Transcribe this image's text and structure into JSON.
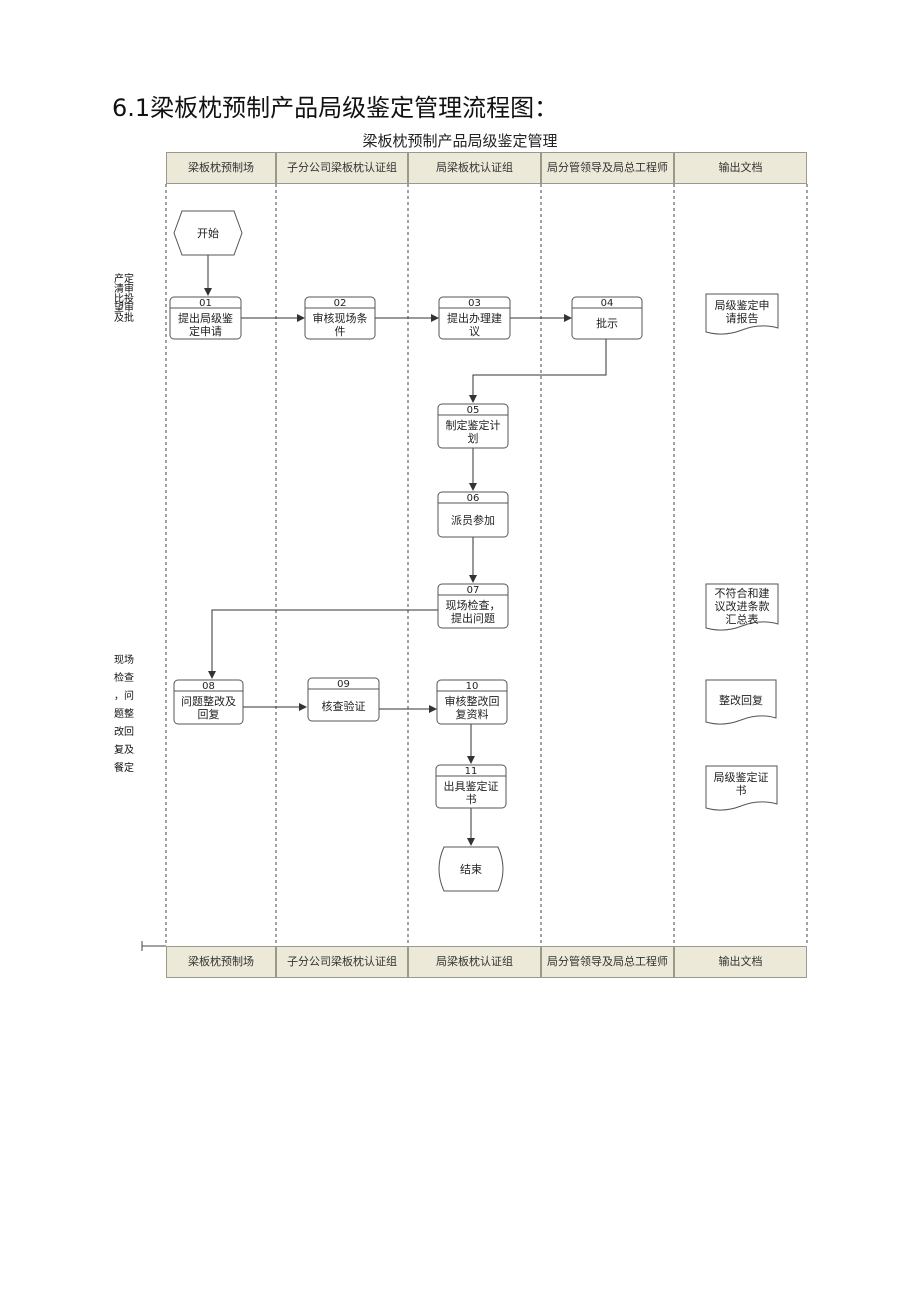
{
  "heading": "6.1梁板枕预制产品局级鉴定管理流程图：",
  "subtitle": "梁板枕预制产品局级鉴定管理",
  "lanes": [
    "梁板枕预制场",
    "子分公司梁板枕认证组",
    "局梁板枕认证组",
    "局分管领导及局总工程师",
    "输出文档"
  ],
  "side_labels": {
    "first": [
      "产定",
      "清审",
      "比投",
      "望审",
      "及批"
    ],
    "second": [
      "现场",
      "检查",
      "，问",
      "题整",
      "改回",
      "复及",
      "餐定"
    ]
  },
  "nodes": {
    "start": "开始",
    "n01": {
      "num": "01",
      "lines": [
        "提出局级鉴",
        "定申请"
      ]
    },
    "n02": {
      "num": "02",
      "lines": [
        "审核现场条",
        "件"
      ]
    },
    "n03": {
      "num": "03",
      "lines": [
        "提出办理建",
        "议"
      ]
    },
    "n04": {
      "num": "04",
      "lines": [
        "批示"
      ]
    },
    "n05": {
      "num": "05",
      "lines": [
        "制定鉴定计",
        "划"
      ]
    },
    "n06": {
      "num": "06",
      "lines": [
        "派员参加"
      ]
    },
    "n07": {
      "num": "07",
      "lines": [
        "现场检查，",
        "提出问题"
      ]
    },
    "n08": {
      "num": "08",
      "lines": [
        "问题整改及",
        "回复"
      ]
    },
    "n09": {
      "num": "09",
      "lines": [
        "核查验证"
      ]
    },
    "n10": {
      "num": "10",
      "lines": [
        "审核整改回",
        "复资料"
      ]
    },
    "n11": {
      "num": "11",
      "lines": [
        "出具鉴定证",
        "书"
      ]
    },
    "end": "结束"
  },
  "docs": {
    "d1": [
      "局级鉴定申",
      "请报告"
    ],
    "d2": [
      "不符合和建",
      "议改进条款",
      "汇总表"
    ],
    "d3": [
      "整改回复"
    ],
    "d4": [
      "局级鉴定证",
      "书"
    ]
  }
}
